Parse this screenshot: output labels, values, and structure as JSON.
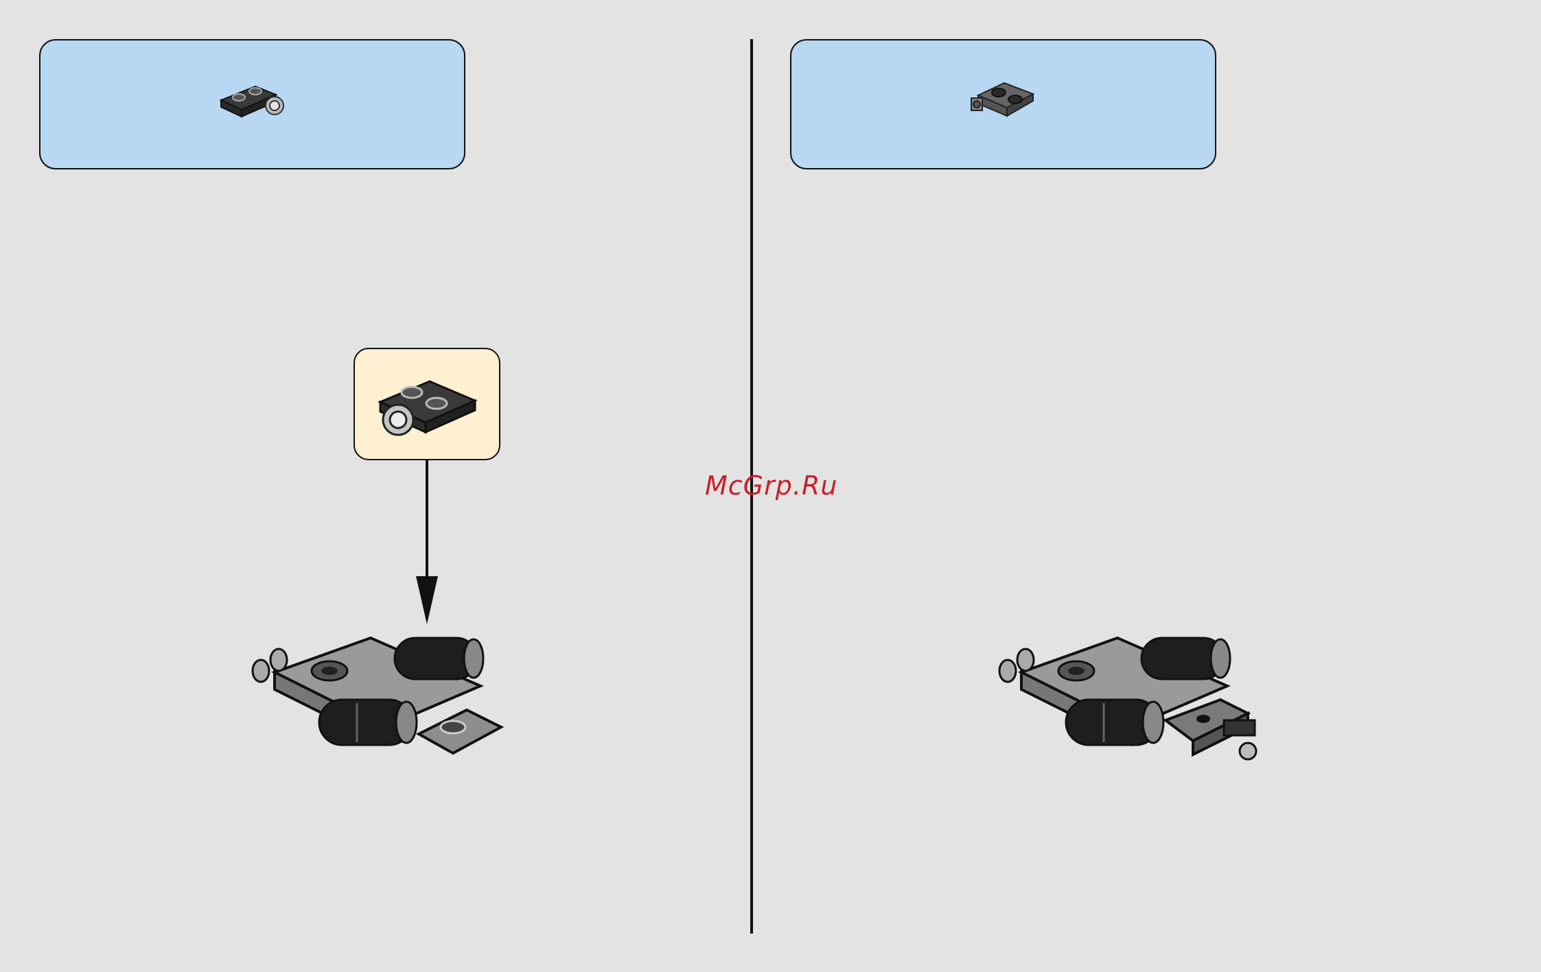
{
  "steps": [
    {
      "parts_panel": {
        "part_icon": "plate-1x2-with-pin-hole-icon",
        "background": "#b7d7f2"
      },
      "callout": {
        "part_icon": "plate-1x2-with-pin-hole-icon",
        "background": "#fff0d2"
      },
      "assembly": "chassis-assembly-step-a"
    },
    {
      "parts_panel": {
        "part_icon": "plate-1x2-with-clip-icon",
        "background": "#b7d7f2"
      },
      "assembly": "chassis-assembly-step-b"
    }
  ],
  "watermark": {
    "text": "McGrp.Ru",
    "color": "#c8202a"
  }
}
